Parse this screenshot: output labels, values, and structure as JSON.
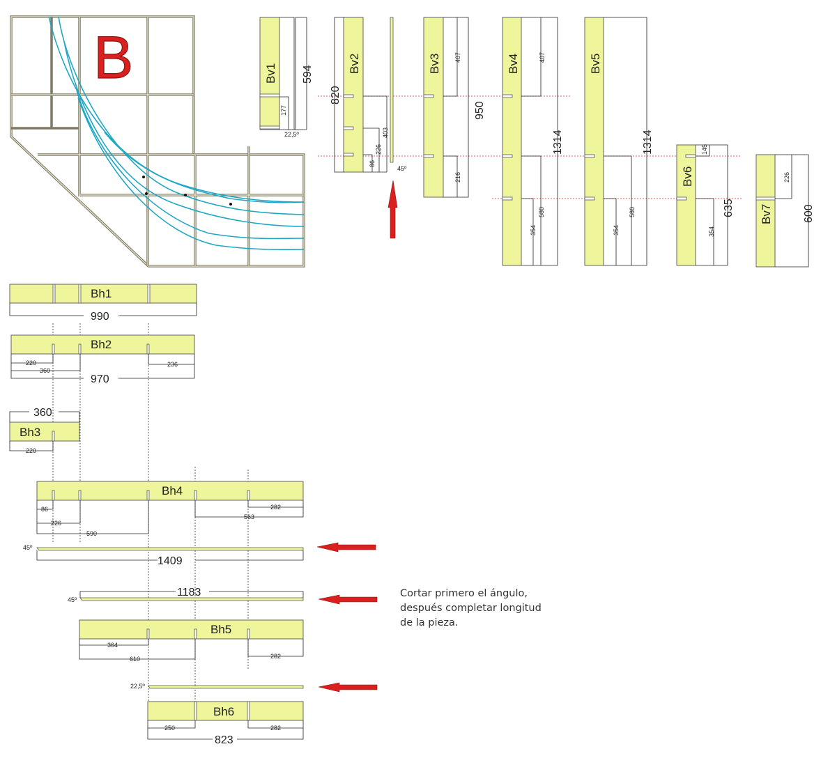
{
  "section_letter": "B",
  "colors": {
    "board_fill": "#eef59a",
    "track": "#1fa7c4",
    "frame": "#7d7a66",
    "arrow": "#d9201e",
    "guide": "#e02020",
    "letter": "#d8201e",
    "text": "#222222"
  },
  "vertical_pieces": [
    {
      "label": "Bv1",
      "dims": [
        "594",
        "177",
        "22,5º"
      ]
    },
    {
      "label": "Bv2",
      "dims": [
        "820",
        "403",
        "226",
        "86",
        "45º"
      ]
    },
    {
      "label": "Bv3",
      "dims": [
        "950",
        "407",
        "216"
      ]
    },
    {
      "label": "Bv4",
      "dims": [
        "1314",
        "407",
        "580",
        "354"
      ]
    },
    {
      "label": "Bv5",
      "dims": [
        "1314",
        "580",
        "354"
      ]
    },
    {
      "label": "Bv6",
      "dims": [
        "635",
        "145",
        "354"
      ]
    },
    {
      "label": "Bv7",
      "dims": [
        "600",
        "226"
      ]
    }
  ],
  "horizontal_pieces": [
    {
      "label": "Bh1",
      "dims": [
        "990"
      ]
    },
    {
      "label": "Bh2",
      "dims": [
        "970",
        "220",
        "360",
        "236"
      ]
    },
    {
      "label": "Bh3",
      "dims": [
        "360",
        "220"
      ]
    },
    {
      "label": "Bh4",
      "dims": [
        "86",
        "226",
        "590",
        "563",
        "282"
      ]
    },
    {
      "label": "Bh5",
      "dims": [
        "364",
        "610",
        "282"
      ]
    },
    {
      "label": "Bh6",
      "dims": [
        "823",
        "250",
        "282"
      ]
    }
  ],
  "strips": [
    {
      "angle": "45º",
      "length": "1409"
    },
    {
      "angle": "45º",
      "length": "1183"
    },
    {
      "angle": "22,5º",
      "length": ""
    }
  ],
  "note": {
    "line1": "Cortar primero el ángulo,",
    "line2": "después completar longitud",
    "line3": "de la pieza."
  }
}
